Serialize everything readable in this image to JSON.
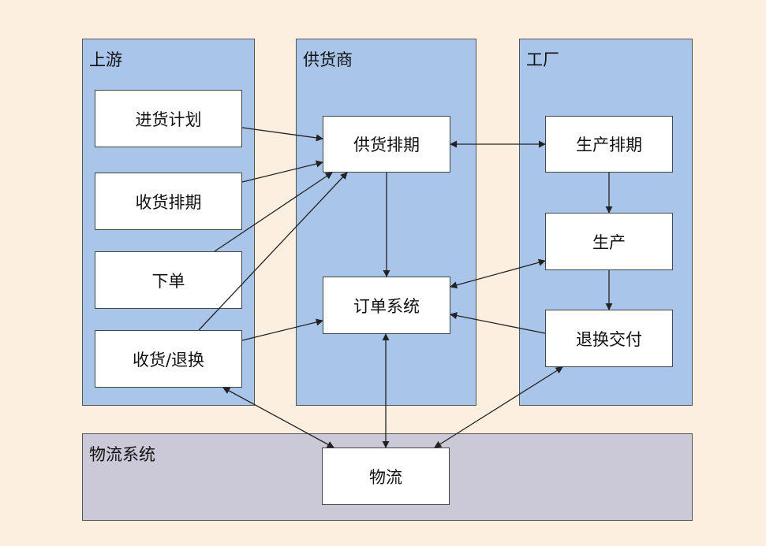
{
  "lanes": {
    "upstream": "上游",
    "supplier": "供货商",
    "factory": "工厂",
    "logistics": "物流系统"
  },
  "nodes": {
    "purchase_plan": "进货计划",
    "receiving_schedule": "收货排期",
    "place_order": "下单",
    "receive_return": "收货/退换",
    "supply_schedule": "供货排期",
    "order_system": "订单系统",
    "production_schedule": "生产排期",
    "production": "生产",
    "return_delivery": "退换交付",
    "logistics": "物流"
  },
  "colors": {
    "background": "#fcefe0",
    "lane_fill": "#a9c5ea",
    "logistics_fill": "#cbc8d8",
    "node_fill": "#ffffff",
    "line": "#222222"
  }
}
